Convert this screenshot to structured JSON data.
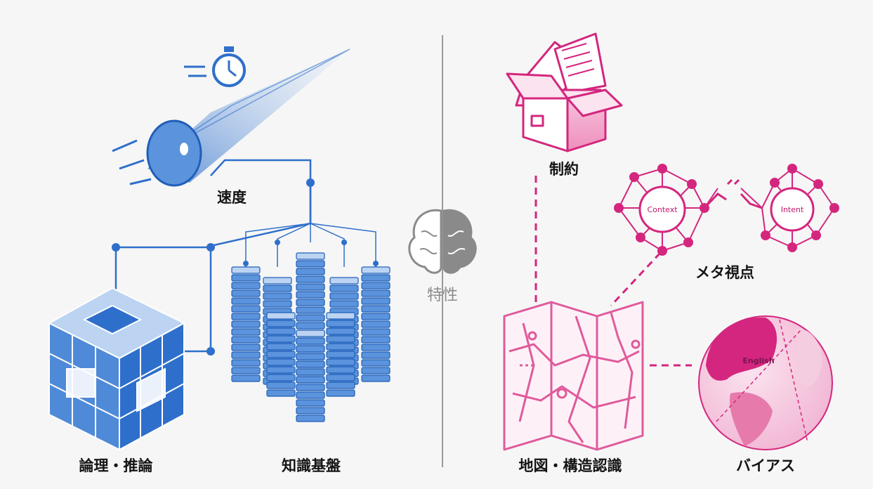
{
  "center": {
    "label": "特性",
    "icon": "brain-icon"
  },
  "left": {
    "color": "#2e6fcb",
    "items": [
      {
        "label": "速度",
        "icon": "speeding-stopwatch-cylinder-icon"
      },
      {
        "label": "論理・推論",
        "icon": "puzzle-cube-icon"
      },
      {
        "label": "知識基盤",
        "icon": "server-stack-network-icon"
      }
    ]
  },
  "right": {
    "color": "#d4267e",
    "items": [
      {
        "label": "制約",
        "icon": "box-with-documents-icon"
      },
      {
        "label": "メタ視点",
        "icon": "context-intent-network-icon"
      },
      {
        "label": "地図・構造認識",
        "icon": "map-icon"
      },
      {
        "label": "バイアス",
        "icon": "globe-icon"
      }
    ],
    "network": {
      "context": "Context",
      "intent": "Intent"
    },
    "globe": {
      "text": "English"
    }
  }
}
